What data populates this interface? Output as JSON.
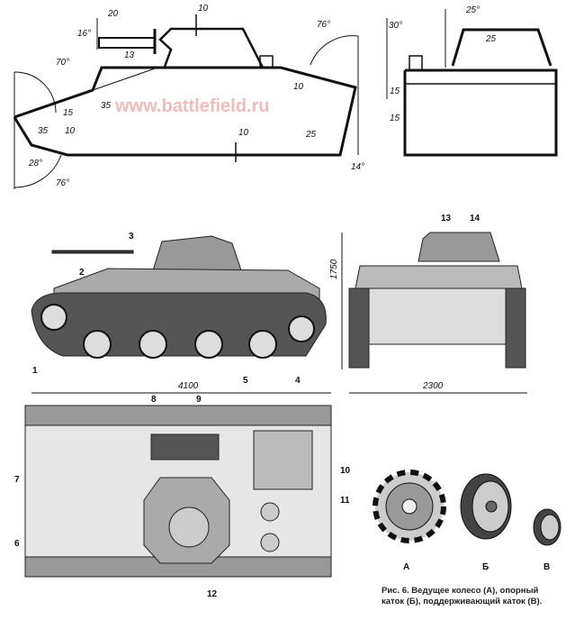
{
  "armor_scheme": {
    "side_labels": [
      "20",
      "10",
      "16°",
      "70°",
      "13",
      "15",
      "35",
      "76°",
      "10",
      "35",
      "10",
      "10",
      "25",
      "28°",
      "76°",
      "14°"
    ],
    "front_labels": [
      "25°",
      "25",
      "30°",
      "15",
      "15"
    ]
  },
  "watermark": "www.battlefield.ru",
  "dimensions": {
    "length": "4100",
    "height": "1750",
    "width": "2300"
  },
  "callouts": [
    "1",
    "2",
    "3",
    "4",
    "5",
    "6",
    "7",
    "8",
    "9",
    "10",
    "11",
    "12",
    "13",
    "14"
  ],
  "wheel_labels": [
    "А",
    "Б",
    "В"
  ],
  "caption": {
    "line1": "Рис. 6. Ведущее колесо (А), опорный",
    "line2": "каток (Б), поддерживающий каток (В)."
  }
}
